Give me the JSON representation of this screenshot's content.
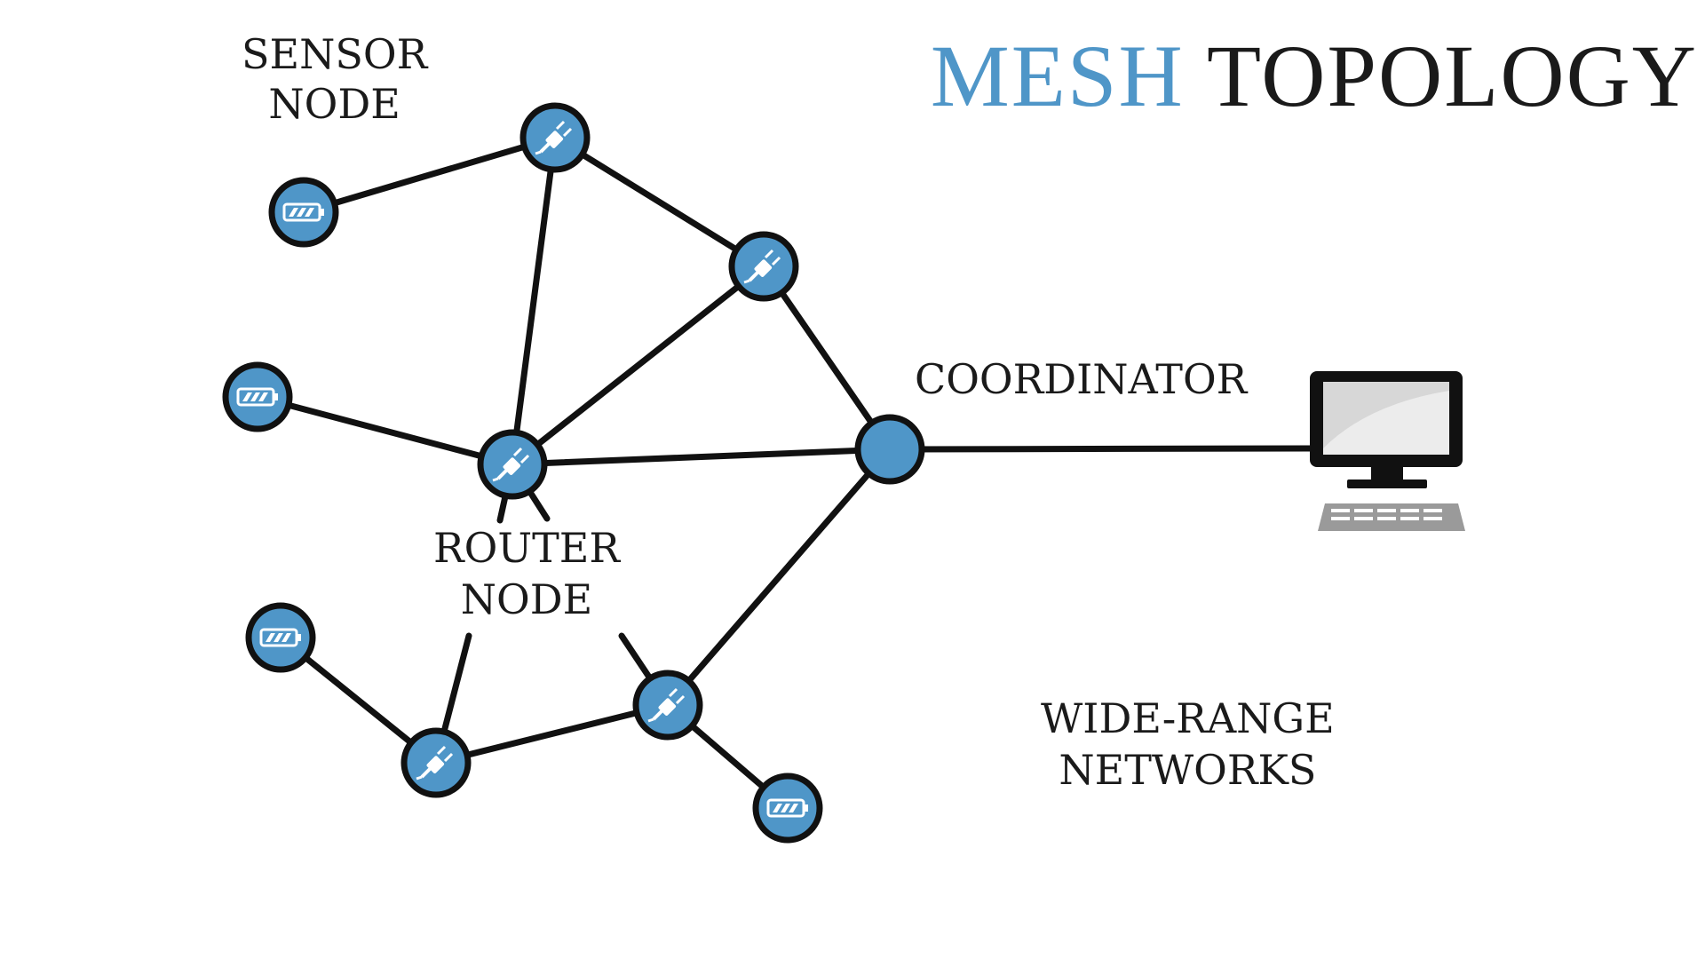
{
  "title": {
    "accent": "MESH",
    "rest": "TOPOLOGY"
  },
  "labels": {
    "sensor_node": [
      "SENSOR",
      "NODE"
    ],
    "router_node": [
      "ROUTER",
      "NODE"
    ],
    "coordinator": "COORDINATOR",
    "wide_range": [
      "WIDE-RANGE",
      "NETWORKS"
    ]
  },
  "node_types": {
    "router": "plug-icon",
    "sensor": "battery-icon",
    "coordinator": "plain-circle",
    "computer": "computer-icon"
  },
  "colors": {
    "node": "#4f96c8",
    "stroke": "#111111",
    "text": "#1a1a1a"
  }
}
